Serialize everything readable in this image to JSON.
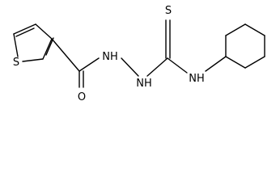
{
  "molecule": {
    "atoms": {
      "S_thiophene": "S",
      "O_carbonyl": "O",
      "NH_hydrazide_1": "NH",
      "NH_hydrazide_2": "NH",
      "S_thiocarbonyl": "S",
      "NH_amide": "NH"
    }
  }
}
